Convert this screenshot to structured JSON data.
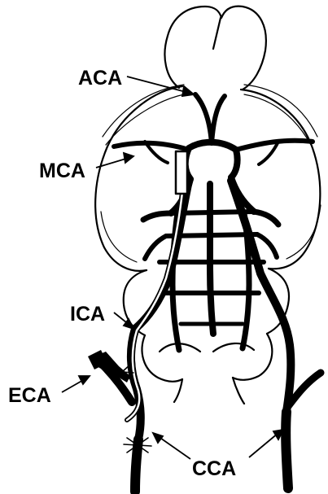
{
  "labels": {
    "aca": "ACA",
    "mca": "MCA",
    "ica": "ICA",
    "eca": "ECA",
    "cca": "CCA"
  },
  "colors": {
    "ink": "#000000",
    "paper": "#ffffff"
  }
}
